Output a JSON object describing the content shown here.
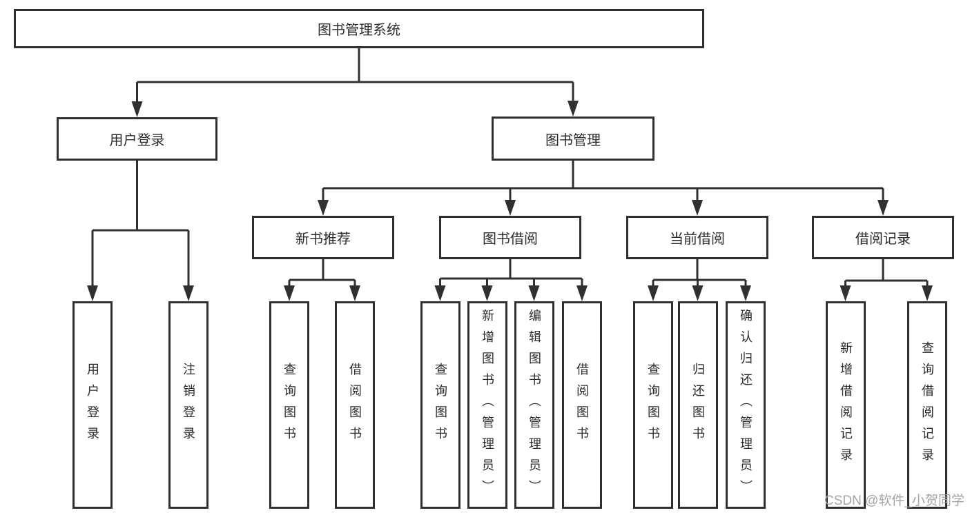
{
  "colors": {
    "line": "#303030",
    "box_border": "#303030",
    "text": "#2b2b2b",
    "background": "#ffffff",
    "watermark": "#a3a3a3"
  },
  "watermark": {
    "text": "CSDN @软件_小贺同学"
  },
  "tree": {
    "root": {
      "label": "图书管理系统",
      "children": [
        {
          "label": "用户登录",
          "children": [
            {
              "label": "用户登录"
            },
            {
              "label": "注销登录"
            }
          ]
        },
        {
          "label": "图书管理",
          "children": [
            {
              "label": "新书推荐",
              "children": [
                {
                  "label": "查询图书"
                },
                {
                  "label": "借阅图书"
                }
              ]
            },
            {
              "label": "图书借阅",
              "children": [
                {
                  "label": "查询图书"
                },
                {
                  "label": "新增图书（管理员）"
                },
                {
                  "label": "编辑图书（管理员）"
                },
                {
                  "label": "借阅图书"
                }
              ]
            },
            {
              "label": "当前借阅",
              "children": [
                {
                  "label": "查询图书"
                },
                {
                  "label": "归还图书"
                },
                {
                  "label": "确认归还（管理员）"
                }
              ]
            },
            {
              "label": "借阅记录",
              "children": [
                {
                  "label": "新增借阅记录"
                },
                {
                  "label": "查询借阅记录"
                }
              ]
            }
          ]
        }
      ]
    }
  }
}
